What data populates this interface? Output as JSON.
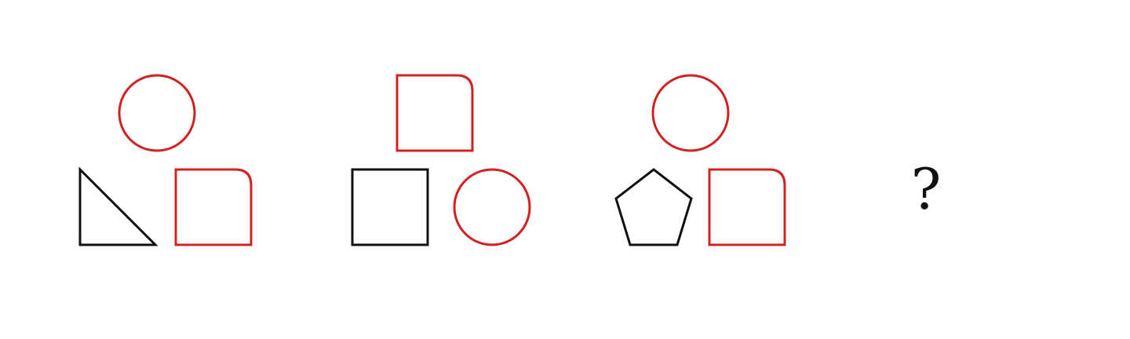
{
  "colors": {
    "outline_black": "#111111",
    "outline_red": "#d42020",
    "background": "#ffffff"
  },
  "panels": [
    {
      "top": {
        "shape": "circle",
        "color": "red"
      },
      "bottom_left": {
        "shape": "right-triangle",
        "color": "black"
      },
      "bottom_right": {
        "shape": "rounded-square",
        "color": "red"
      }
    },
    {
      "top": {
        "shape": "rounded-square",
        "color": "red"
      },
      "bottom_left": {
        "shape": "square",
        "color": "black"
      },
      "bottom_right": {
        "shape": "circle",
        "color": "red"
      }
    },
    {
      "top": {
        "shape": "circle",
        "color": "red"
      },
      "bottom_left": {
        "shape": "pentagon",
        "color": "black"
      },
      "bottom_right": {
        "shape": "rounded-square",
        "color": "red"
      }
    }
  ],
  "answer_placeholder": "?"
}
